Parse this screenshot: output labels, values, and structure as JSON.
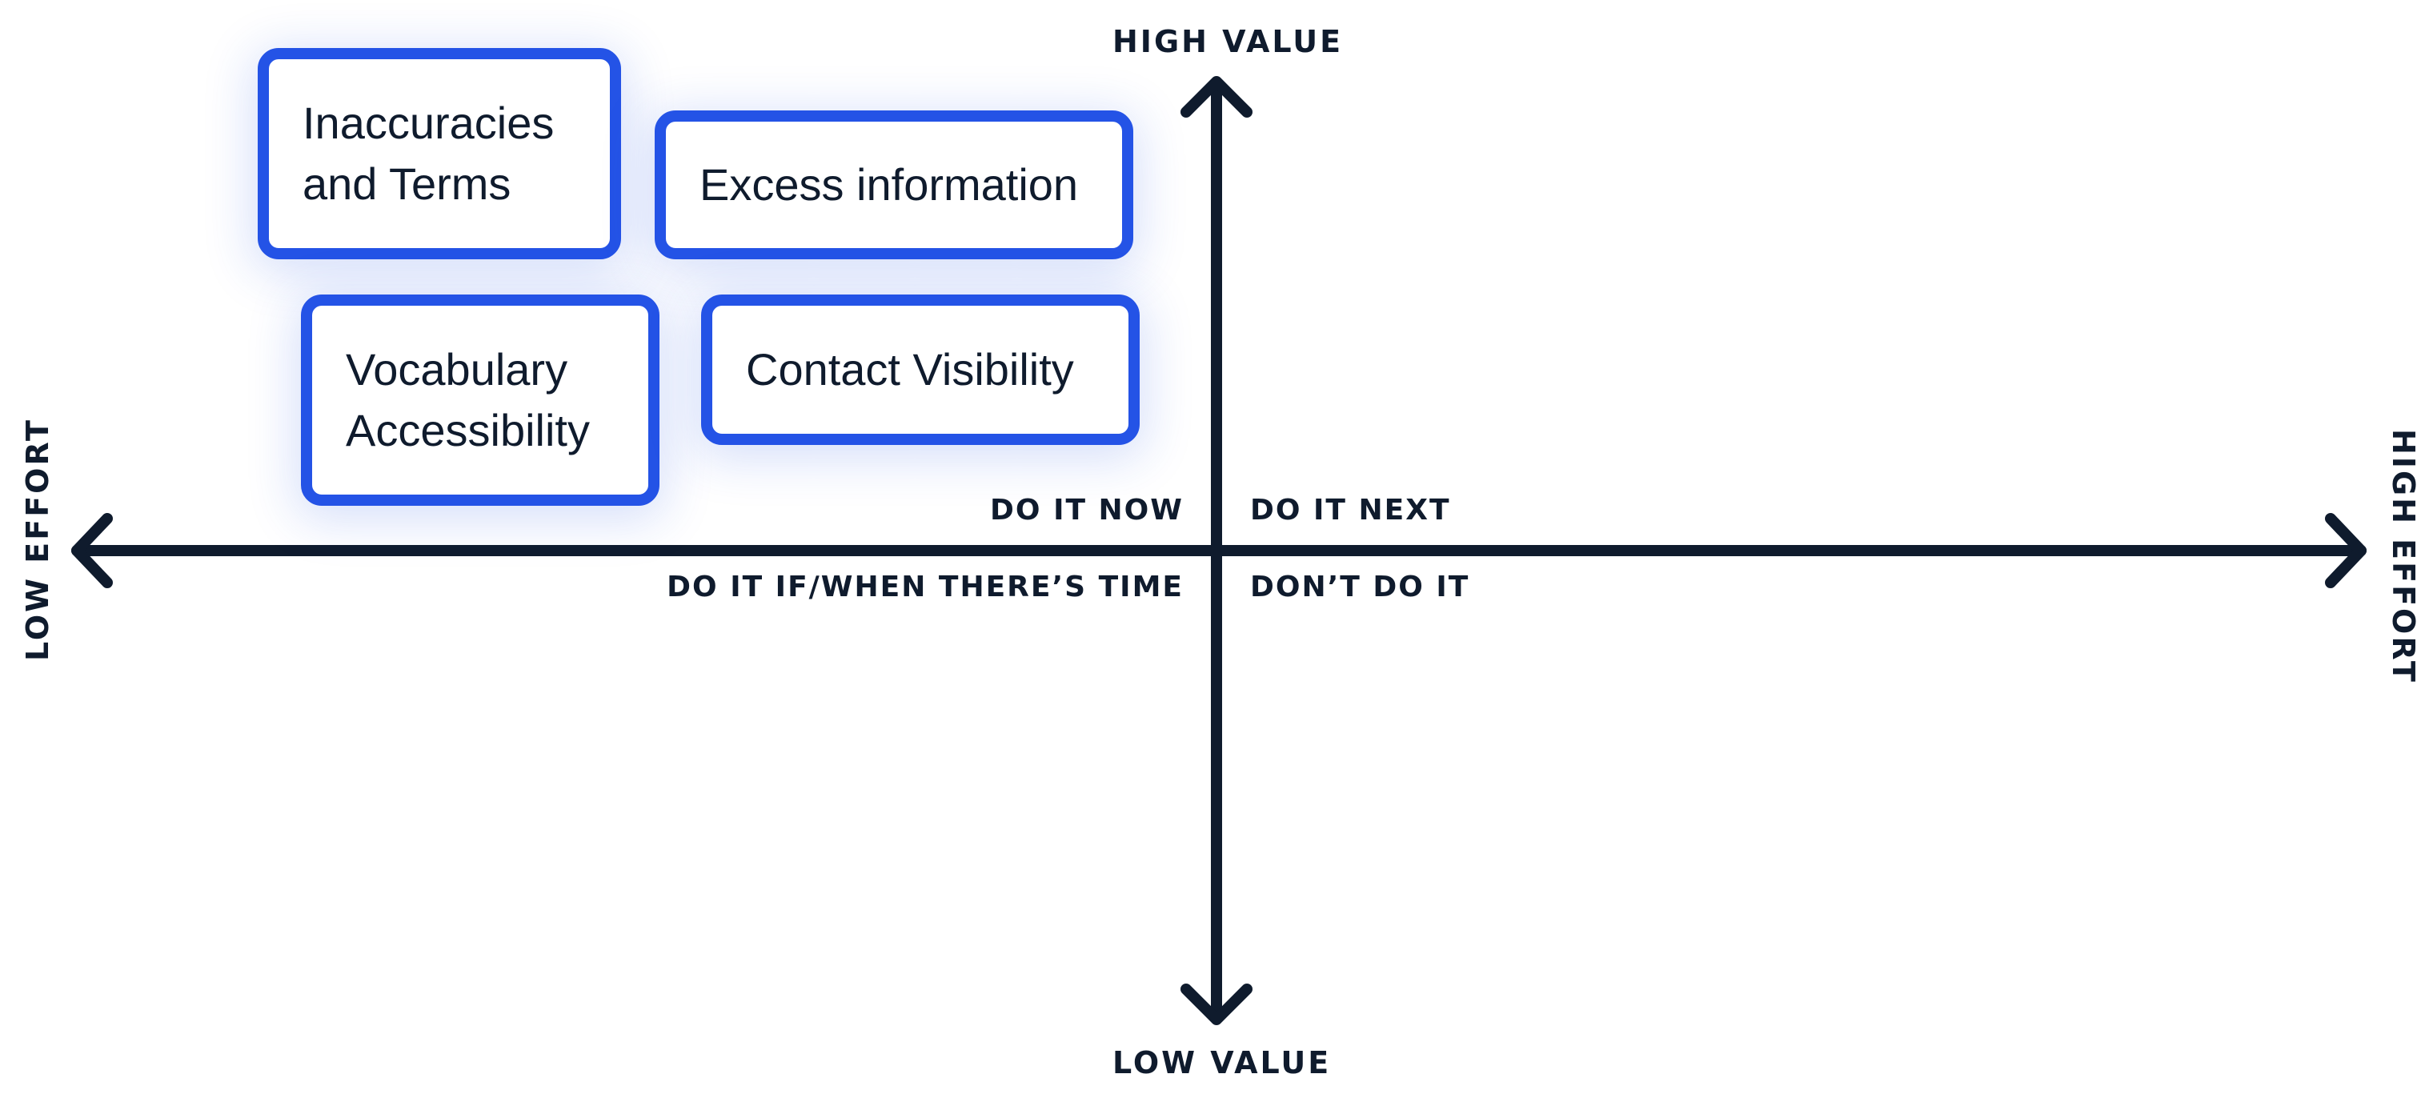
{
  "axes": {
    "y_top": "HIGH VALUE",
    "y_bottom": "LOW VALUE",
    "x_left": "LOW EFFORT",
    "x_right": "HIGH EFFORT"
  },
  "quadrants": {
    "top_left": "DO IT NOW",
    "top_right": "DO IT NEXT",
    "bottom_left": "DO IT IF/WHEN THERE’S TIME",
    "bottom_right": "DON’T DO IT"
  },
  "cards": [
    {
      "id": "inaccuracies",
      "label": "Inaccuracies\nand Terms"
    },
    {
      "id": "excess",
      "label": "Excess information"
    },
    {
      "id": "vocabulary",
      "label": "Vocabulary\nAccessibility"
    },
    {
      "id": "contact",
      "label": "Contact Visibility"
    }
  ],
  "colors": {
    "axis": "#0f1b2d",
    "card_border": "#2453e6",
    "card_background": "#ffffff",
    "background": "#ffffff"
  }
}
